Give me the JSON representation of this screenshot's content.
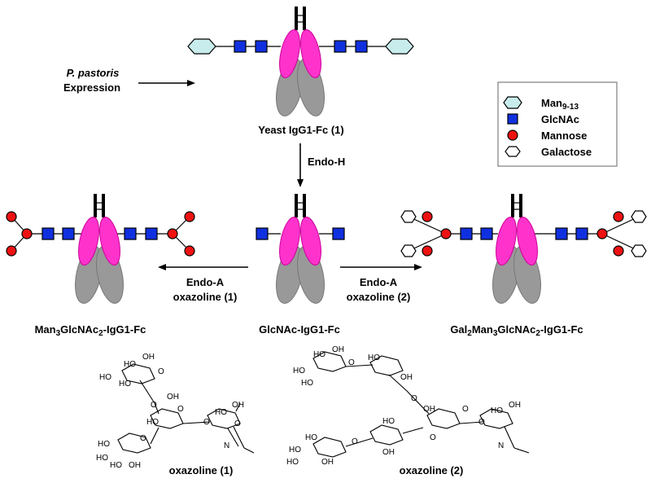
{
  "host": {
    "species": "P. pastoris",
    "process": "Expression",
    "species_color": "#1f2a8a"
  },
  "products": {
    "yeast": "Yeast IgG1-Fc (1)",
    "glcnac": "GlcNAc-IgG1-Fc",
    "man3": {
      "a": "Man",
      "s1": "3",
      "b": "GlcNAc",
      "s2": "2",
      "c": "-IgG1-Fc"
    },
    "gal2": {
      "a": "Gal",
      "s1": "2",
      "b": "Man",
      "s2": "3",
      "c": "GlcNAc",
      "s3": "2",
      "d": "-IgG1-Fc"
    }
  },
  "enzymes": {
    "endo_h": "Endo-H",
    "endo_a_left": {
      "line1": "Endo-A",
      "line2": "oxazoline (1)"
    },
    "endo_a_right": {
      "line1": "Endo-A",
      "line2": "oxazoline (2)"
    }
  },
  "legend": {
    "items": [
      {
        "label": "Man",
        "subscript": "9-13",
        "icon": "hexagon-light-blue-icon"
      },
      {
        "label": "GlcNAc",
        "subscript": "",
        "icon": "square-blue-icon"
      },
      {
        "label": "Mannose",
        "subscript": "",
        "icon": "circle-red-icon"
      },
      {
        "label": "Galactose",
        "subscript": "",
        "icon": "hexagon-white-icon"
      }
    ]
  },
  "structures": {
    "oxazoline1": "oxazoline (1)",
    "oxazoline2": "oxazoline (2)",
    "atoms": {
      "oh": "OH",
      "ho": "HO",
      "o": "O",
      "n": "N"
    }
  },
  "colors": {
    "fab_magenta": "#ff33cc",
    "fc_gray": "#999999",
    "glcnac_blue": "#1030e0",
    "mannose_red": "#ee1111",
    "man_hexagon": "#c8ecec",
    "galactose": "#ffffff"
  }
}
